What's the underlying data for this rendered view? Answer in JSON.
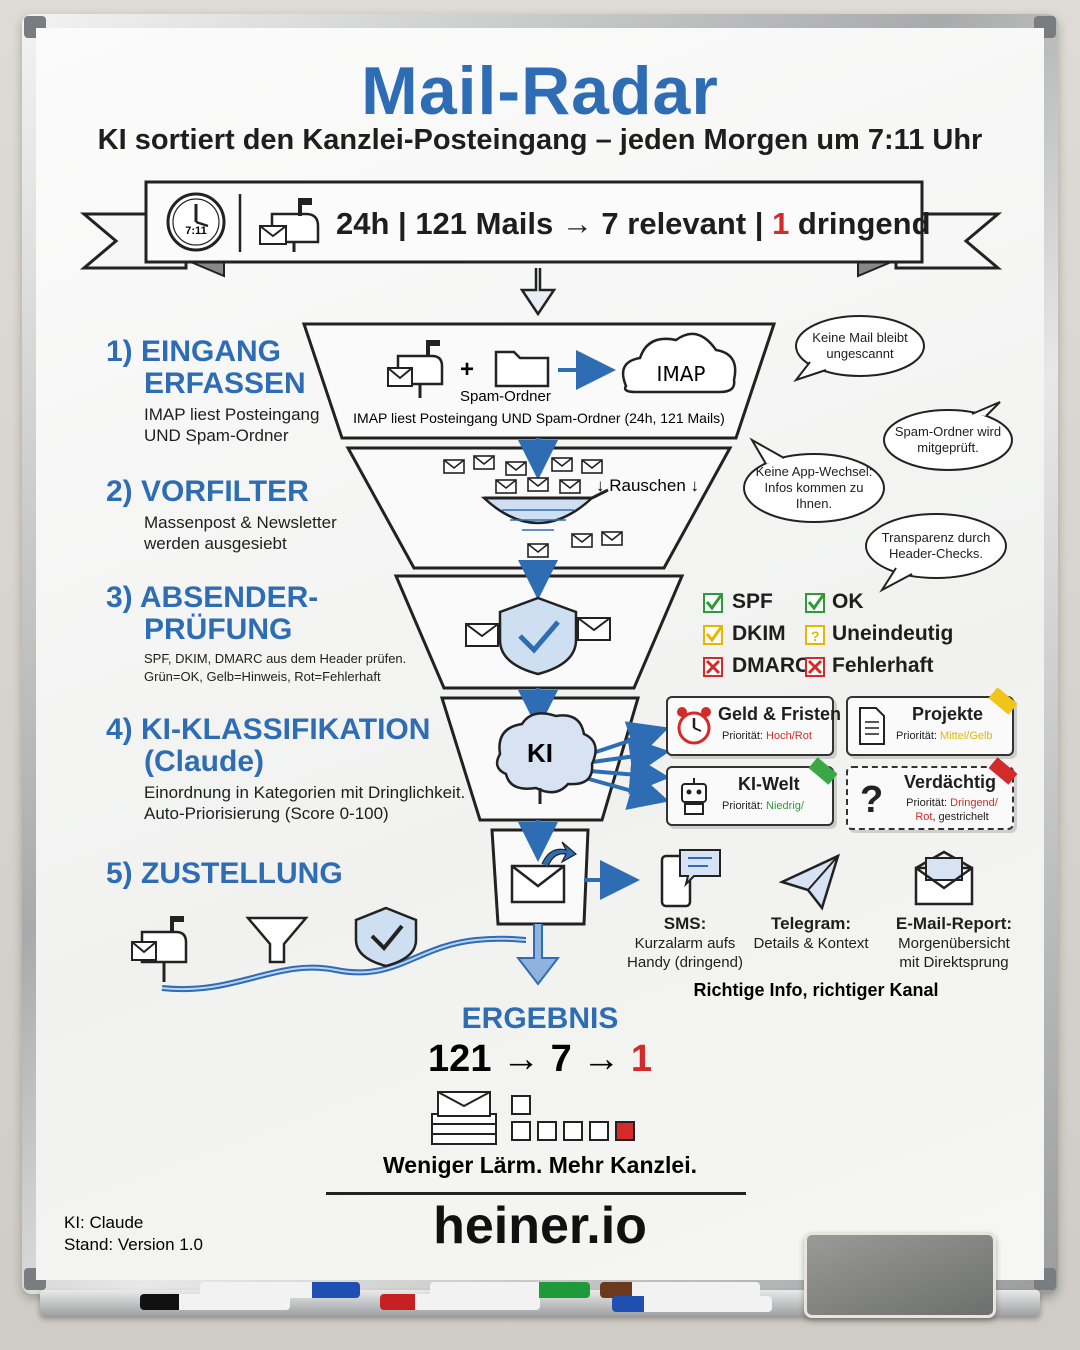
{
  "header": {
    "title": "Mail-Radar",
    "subtitle": "KI sortiert den Kanzlei-Posteingang – jeden Morgen um 7:11 Uhr",
    "clock_label": "7:11",
    "stats": {
      "part1": "24h | 121 Mails ",
      "arrow": "→",
      "part2": " 7 relevant | ",
      "urgent_count": "1",
      "part3": " dringend"
    }
  },
  "steps": [
    {
      "number_title": "1) EINGANG",
      "title_line2": "ERFASSEN",
      "desc_line1": "IMAP liest Posteingang",
      "desc_line2": "UND Spam-Ordner"
    },
    {
      "number_title": "2) VORFILTER",
      "desc_line1": "Massenpost & Newsletter",
      "desc_line2": "werden ausgesiebt"
    },
    {
      "number_title": "3) ABSENDER-",
      "title_line2": "PRÜFUNG",
      "desc_line1": "SPF, DKIM, DMARC aus dem Header prüfen.",
      "desc_line2": "Grün=OK, Gelb=Hinweis, Rot=Fehlerhaft"
    },
    {
      "number_title": "4) KI-KLASSIFIKATION",
      "title_line2": "(Claude)",
      "desc_line1": "Einordnung in Kategorien mit Dringlichkeit.",
      "desc_line2": "Auto-Priorisierung (Score 0-100)"
    },
    {
      "number_title": "5) ZUSTELLUNG"
    }
  ],
  "funnel": {
    "plus": "+",
    "imap_label": "IMAP",
    "spam_folder_label": "Spam-Ordner",
    "stage1_caption": "IMAP liest Posteingang UND Spam-Ordner (24h, 121 Mails)",
    "noise_label": "↓ Rauschen ↓",
    "ki_label": "KI"
  },
  "bubbles": {
    "b1": "Keine Mail bleibt ungescannt",
    "b2": "Spam-Ordner wird mitgeprüft.",
    "b3": "Keine App-Wechsel: Infos kommen zu Ihnen.",
    "b4": "Transparenz durch Header-Checks."
  },
  "checks": [
    {
      "label": "SPF",
      "state": "ok",
      "color": "#2f9a3a"
    },
    {
      "label": "DKIM",
      "state": "warn",
      "color": "#e5b800"
    },
    {
      "label": "DMARC",
      "state": "fail",
      "color": "#d32a2a"
    }
  ],
  "legend": [
    {
      "label": "OK",
      "state": "ok",
      "color": "#2f9a3a"
    },
    {
      "label": "Uneindeutig",
      "state": "warn",
      "color": "#e5b800"
    },
    {
      "label": "Fehlerhaft",
      "state": "fail",
      "color": "#d32a2a"
    }
  ],
  "categories": [
    {
      "title": "Geld & Fristen",
      "prio_label": "Priorität: ",
      "prio_value": "Hoch/Rot",
      "prio_color": "#d32a2a",
      "tab_color": "#d32a2a",
      "icon": "alarm-clock-icon"
    },
    {
      "title": "Projekte",
      "prio_label": "Priorität: ",
      "prio_value": "Mittel/Gelb",
      "prio_color": "#e5b800",
      "tab_color": "#f0c419",
      "icon": "document-icon"
    },
    {
      "title": "KI-Welt",
      "prio_label": "Priorität: ",
      "prio_value": "Niedrig/",
      "prio_color": "#2f9a3a",
      "tab_color": "#3aa845",
      "icon": "robot-icon"
    },
    {
      "title": "Verdächtig",
      "prio_label": "Priorität: ",
      "prio_value": "Dringend/",
      "prio_value2": "Rot",
      "prio_suffix": ", gestrichelt",
      "prio_color": "#d32a2a",
      "tab_color": "#d32a2a",
      "icon": "question-mark-icon"
    }
  ],
  "channels": [
    {
      "name": "SMS:",
      "line1": "Kurzalarm aufs",
      "line2": "Handy (dringend)",
      "icon": "phone-icon"
    },
    {
      "name": "Telegram:",
      "line1": "Details & Kontext",
      "icon": "paper-plane-icon"
    },
    {
      "name": "E-Mail-Report:",
      "line1": "Morgenübersicht",
      "line2": "mit Direktsprung",
      "icon": "email-icon"
    }
  ],
  "channels_caption": "Richtige Info, richtiger Kanal",
  "result": {
    "heading": "ERGEBNIS",
    "flow_a": "121 → 7 → ",
    "flow_b": "1",
    "tagline": "Weniger Lärm. Mehr Kanzlei."
  },
  "footer": {
    "brand": "heiner.io",
    "model": "KI: Claude",
    "version": "Stand: Version 1.0"
  },
  "colors": {
    "accent": "#2e6db4",
    "ink": "#1e1e1e",
    "red": "#d32a2a",
    "green": "#2f9a3a",
    "yellow": "#e5b800"
  }
}
